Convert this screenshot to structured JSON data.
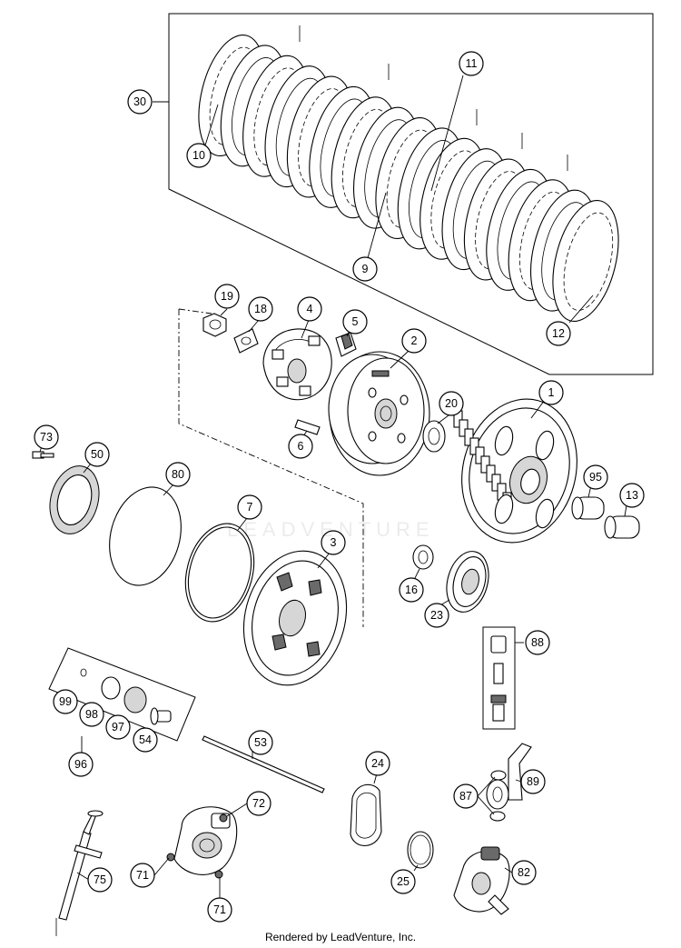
{
  "watermark": "LEADVENTURE",
  "footer": "Rendered by LeadVenture, Inc.",
  "callouts": [
    "30",
    "11",
    "10",
    "9",
    "12",
    "19",
    "18",
    "4",
    "5",
    "2",
    "1",
    "20",
    "6",
    "73",
    "50",
    "80",
    "7",
    "3",
    "95",
    "13",
    "16",
    "23",
    "88",
    "99",
    "98",
    "97",
    "54",
    "96",
    "53",
    "24",
    "87",
    "89",
    "72",
    "71",
    "71",
    "75",
    "25",
    "82"
  ]
}
